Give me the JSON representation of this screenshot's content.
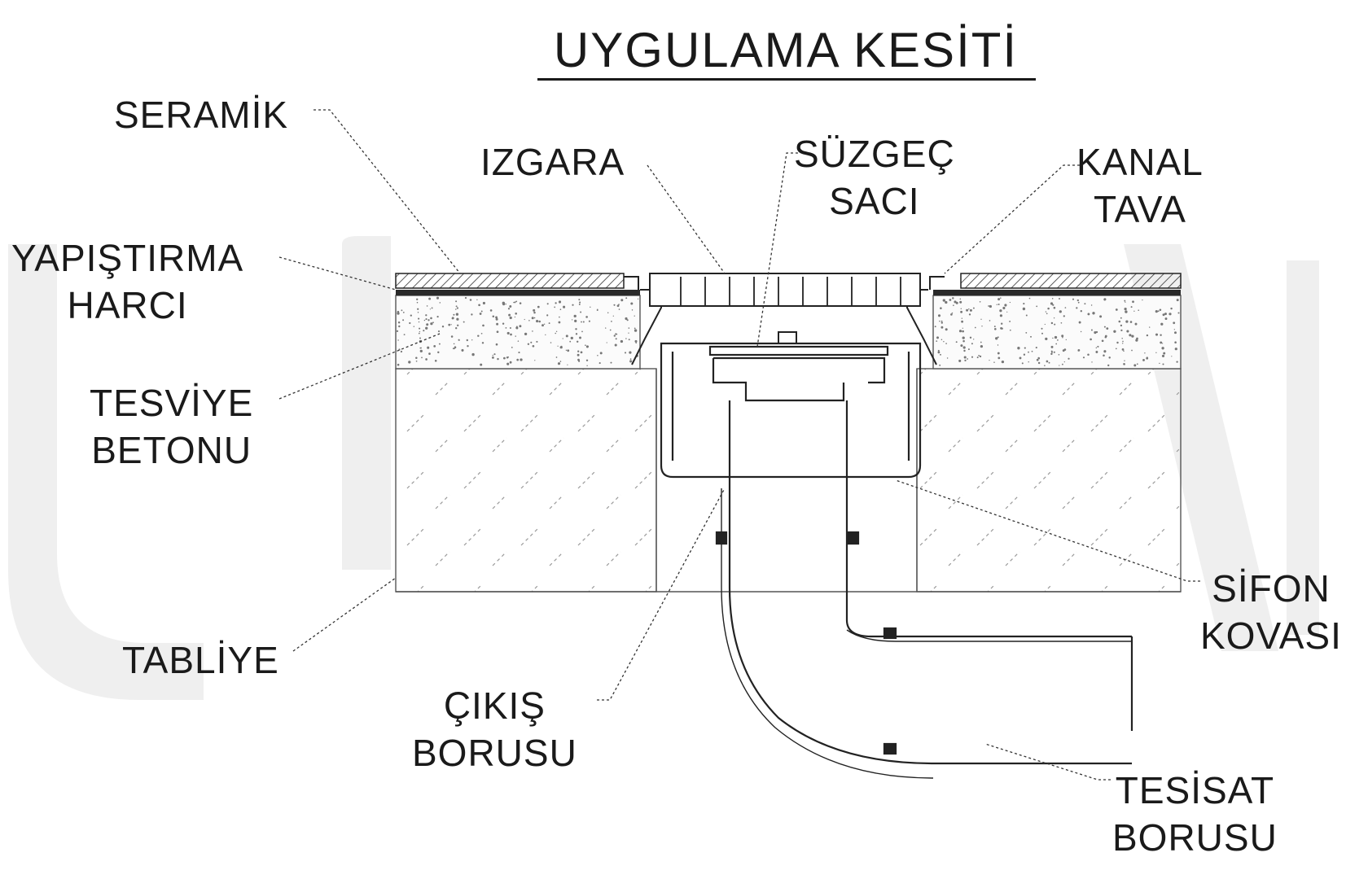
{
  "title": "UYGULAMA KESİTİ",
  "labels": {
    "seramik": "SERAMİK",
    "izgara": "IZGARA",
    "suzgec_1": "SÜZGEÇ",
    "suzgec_2": "SACI",
    "kanal_1": "KANAL",
    "kanal_2": "TAVA",
    "yapistirma_1": "YAPIŞTIRMA",
    "yapistirma_2": "HARCI",
    "tesviye_1": "TESVİYE",
    "tesviye_2": "BETONU",
    "tabliye": "TABLİYE",
    "cikis_1": "ÇIKIŞ",
    "cikis_2": "BORUSU",
    "sifon_1": "SİFON",
    "sifon_2": "KOVASI",
    "tesisat_1": "TESİSAT",
    "tesisat_2": "BORUSU"
  },
  "colors": {
    "ink": "#1a1a1a",
    "watermark": "#ececec",
    "concrete_dots": "#777777"
  }
}
